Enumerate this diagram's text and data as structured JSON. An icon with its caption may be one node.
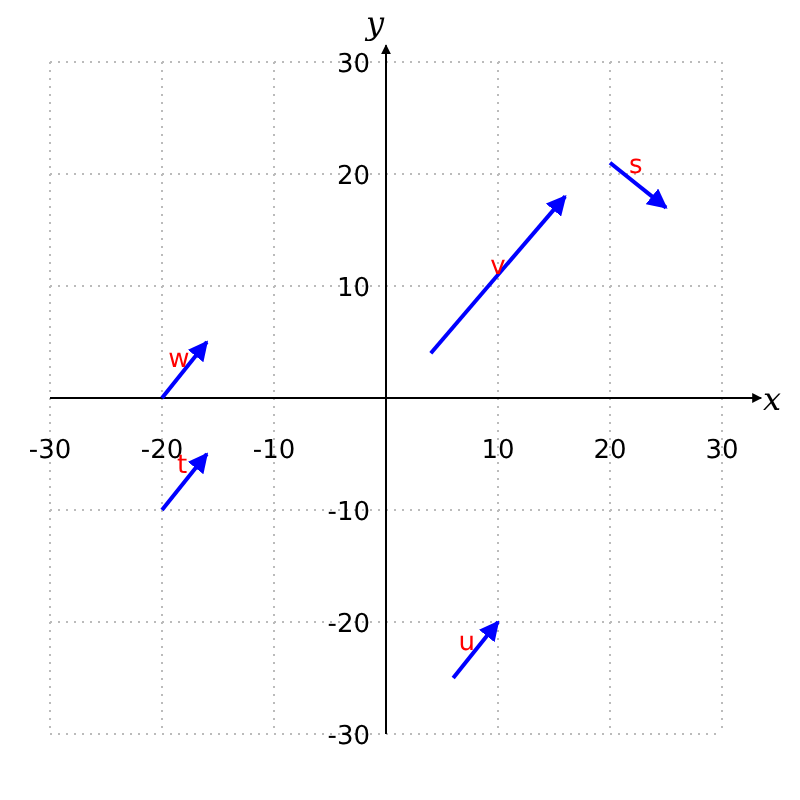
{
  "diagram": {
    "labels": [
      "y",
      "30",
      "s",
      "20",
      "v",
      "10",
      "w",
      "x",
      "-30",
      "-20",
      "-10",
      "10",
      "20",
      "30",
      "t",
      "-10",
      "-20",
      "u",
      "-30"
    ]
  }
}
